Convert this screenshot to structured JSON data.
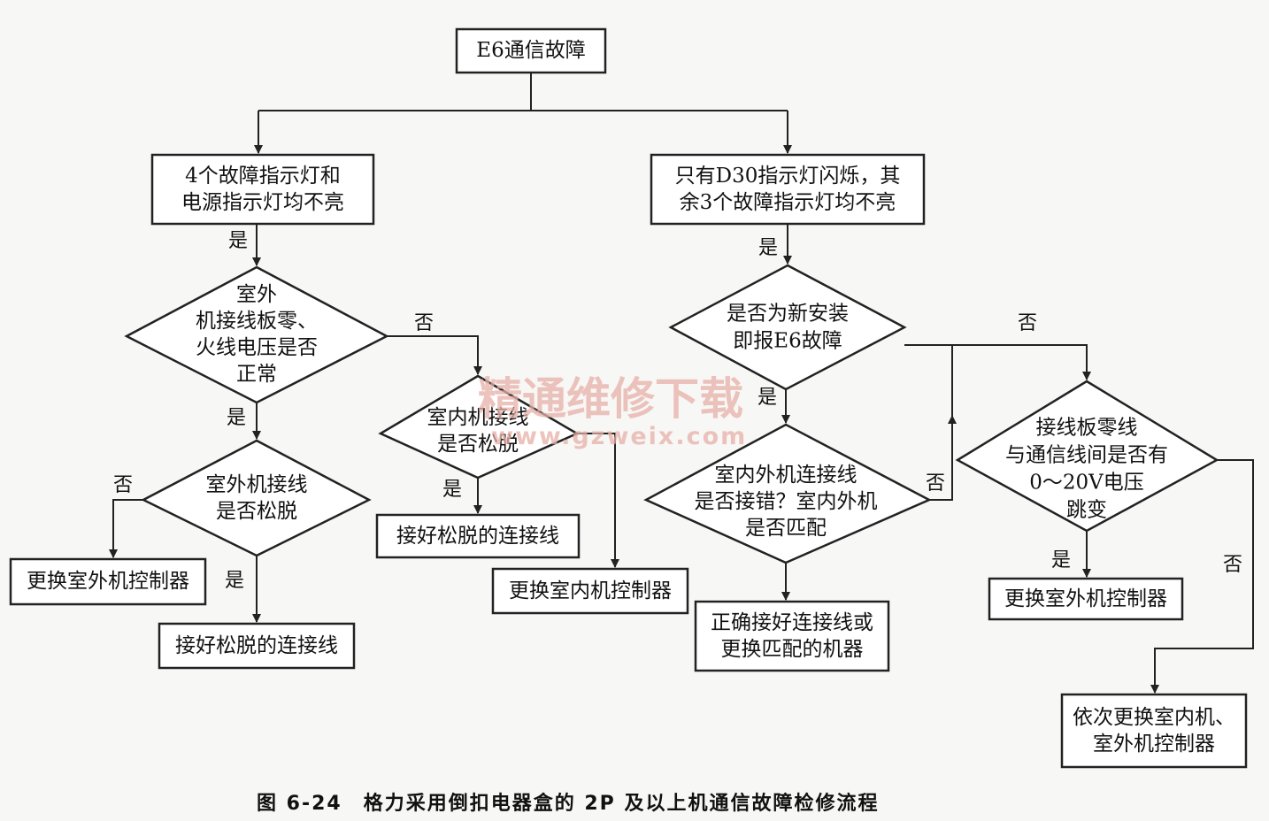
{
  "nodes": {
    "start": {
      "lines": [
        "E6通信故障"
      ]
    },
    "left_cond": {
      "lines": [
        "4个故障指示灯和",
        "电源指示灯均不亮"
      ]
    },
    "right_cond": {
      "lines": [
        "只有D30指示灯闪烁，其",
        "余3个故障指示灯均不亮"
      ]
    },
    "dq_outdoor_voltage": {
      "lines": [
        "室外",
        "机接线板零、",
        "火线电压是否",
        "正常"
      ]
    },
    "dq_indoor_wire": {
      "lines": [
        "室内机接线",
        "是否松脱"
      ]
    },
    "dq_outdoor_wire": {
      "lines": [
        "室外机接线",
        "是否松脱"
      ]
    },
    "box_replace_outdoor_left": {
      "lines": [
        "更换室外机控制器"
      ]
    },
    "box_connect_left": {
      "lines": [
        "接好松脱的连接线"
      ]
    },
    "box_connect_mid": {
      "lines": [
        "接好松脱的连接线"
      ]
    },
    "box_replace_indoor": {
      "lines": [
        "更换室内机控制器"
      ]
    },
    "dq_new_install": {
      "lines": [
        "是否为新安装",
        "即报E6故障"
      ]
    },
    "dq_wiring_error": {
      "lines": [
        "室内外机连接线",
        "是否接错？室内外机",
        "是否匹配"
      ]
    },
    "dq_voltage_jump": {
      "lines": [
        "接线板零线",
        "与通信线间是否有",
        "0～20V电压",
        "跳变"
      ]
    },
    "box_fix_wiring": {
      "lines": [
        "正确接好连接线或",
        "更换匹配的机器"
      ]
    },
    "box_replace_outdoor_right": {
      "lines": [
        "更换室外机控制器"
      ]
    },
    "box_replace_both": {
      "lines": [
        "依次更换室内机、",
        "室外机控制器"
      ]
    }
  },
  "labels": {
    "yes": "是",
    "no": "否"
  },
  "watermark": {
    "cn": "精通维修下载",
    "url": "www.gzweix.com"
  },
  "caption": "图 6-24　格力采用倒扣电器盒的 2P 及以上机通信故障检修流程"
}
